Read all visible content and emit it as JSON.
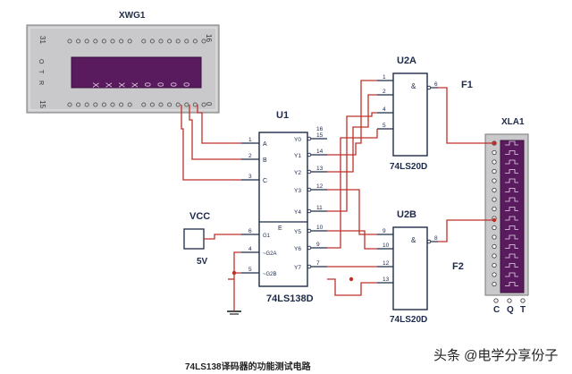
{
  "xwg": {
    "title": "XWG1",
    "top_left_num": "31",
    "top_right_num": "16",
    "bottom_left_num": "15",
    "bottom_right_num": "0",
    "side_labels": [
      "O",
      "T",
      "R"
    ],
    "display_text": "XXXX0000"
  },
  "u1": {
    "title": "U1",
    "part": "74LS138D",
    "inputs": [
      {
        "pin": "1",
        "name": "A"
      },
      {
        "pin": "2",
        "name": "B"
      },
      {
        "pin": "3",
        "name": "C"
      }
    ],
    "enables": [
      {
        "pin": "6",
        "name": "G1"
      },
      {
        "pin": "4",
        "name": "~G2A"
      },
      {
        "pin": "5",
        "name": "~G2B"
      }
    ],
    "enable_label": "E",
    "outputs": [
      {
        "pin": "15",
        "name": "Y0"
      },
      {
        "pin": "14",
        "name": "Y1"
      },
      {
        "pin": "13",
        "name": "Y2"
      },
      {
        "pin": "12",
        "name": "Y3"
      },
      {
        "pin": "11",
        "name": "Y4"
      },
      {
        "pin": "10",
        "name": "Y5"
      },
      {
        "pin": "9",
        "name": "Y6"
      },
      {
        "pin": "7",
        "name": "Y7"
      }
    ],
    "power_pin": "16"
  },
  "u2a": {
    "title": "U2A",
    "part": "74LS20D",
    "in_pins": [
      "1",
      "2",
      "4",
      "5"
    ],
    "out_pin": "6",
    "symbol": "&"
  },
  "u2b": {
    "title": "U2B",
    "part": "74LS20D",
    "in_pins": [
      "9",
      "10",
      "12",
      "13"
    ],
    "out_pin": "8",
    "symbol": "&"
  },
  "vcc": {
    "label": "VCC",
    "value": "5V"
  },
  "f1": "F1",
  "f2": "F2",
  "xla": {
    "title": "XLA1",
    "bottom_labels": [
      "C",
      "Q",
      "T"
    ]
  },
  "caption": "74LS138译码器的功能测试电路",
  "watermark": "头条 @电学分享份子",
  "colors": {
    "wire": "#c0302a",
    "chip": "#1e2a4a",
    "panel": "#c9c9cc",
    "screen": "#5a1a5e"
  }
}
